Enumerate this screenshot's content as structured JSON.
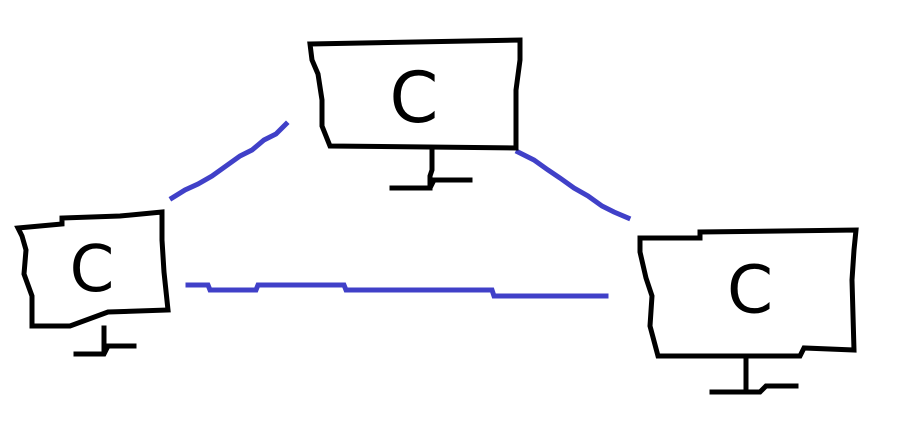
{
  "diagram": {
    "nodes": [
      {
        "id": "top",
        "label": "C"
      },
      {
        "id": "left",
        "label": "C"
      },
      {
        "id": "right",
        "label": "C"
      }
    ],
    "edges": [
      {
        "from": "left",
        "to": "top"
      },
      {
        "from": "top",
        "to": "right"
      },
      {
        "from": "left",
        "to": "right"
      }
    ],
    "colors": {
      "link": "#4040c8",
      "outline": "#000000",
      "background": "#ffffff"
    }
  }
}
